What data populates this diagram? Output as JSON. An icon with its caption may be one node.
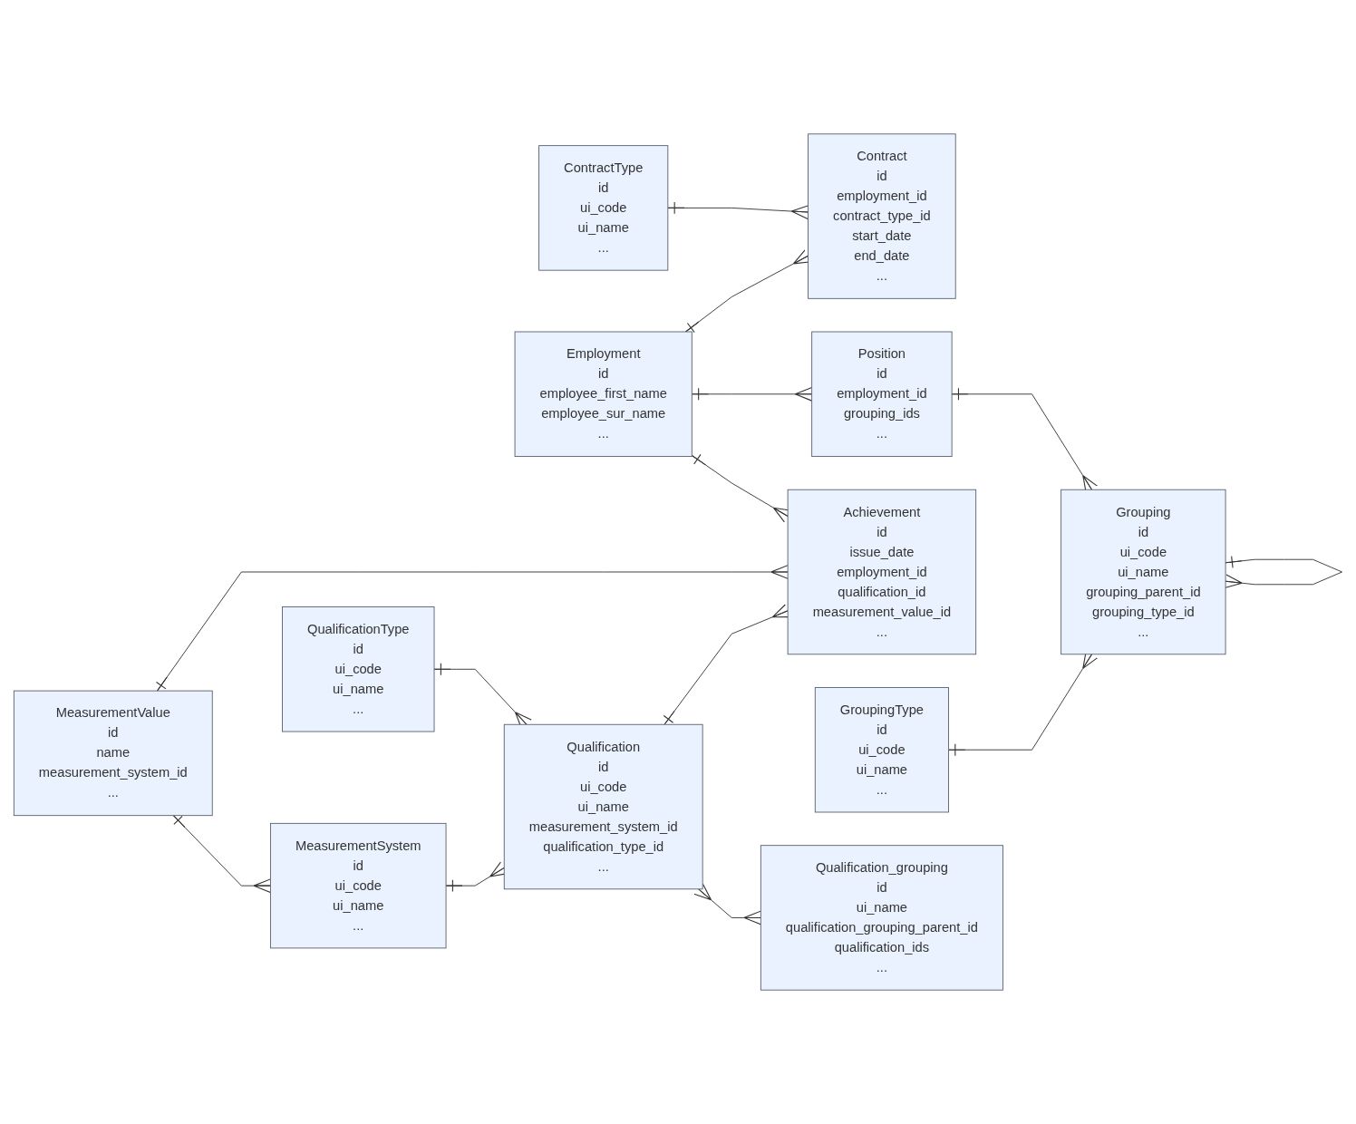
{
  "diagram": {
    "nodes": [
      {
        "text": [
          "ContractType",
          "id",
          "ui_code",
          "ui_name",
          "..."
        ]
      },
      {
        "text": [
          "Contract",
          "id",
          "employment_id",
          "contract_type_id",
          "start_date",
          "end_date",
          "..."
        ]
      },
      {
        "text": [
          "Position",
          "id",
          "employment_id",
          "grouping_ids",
          "..."
        ]
      },
      {
        "text": [
          "Employment",
          "id",
          "employee_first_name",
          "employee_sur_name",
          "..."
        ]
      },
      {
        "text": [
          "Achievement",
          "id",
          "issue_date",
          "employment_id",
          "qualification_id",
          "measurement_value_id",
          "..."
        ]
      },
      {
        "text": [
          "Grouping",
          "id",
          "ui_code",
          "ui_name",
          "grouping_parent_id",
          "grouping_type_id",
          "..."
        ]
      },
      {
        "text": [
          "Qualification",
          "id",
          "ui_code",
          "ui_name",
          "measurement_system_id",
          "qualification_type_id",
          "..."
        ]
      },
      {
        "text": [
          "MeasurementValue",
          "id",
          "name",
          "measurement_system_id",
          "..."
        ]
      },
      {
        "text": [
          "MeasurementSystem",
          "id",
          "ui_code",
          "ui_name",
          "..."
        ]
      },
      {
        "text": [
          "QualificationType",
          "id",
          "ui_code",
          "ui_name",
          "..."
        ]
      },
      {
        "text": [
          "GroupingType",
          "id",
          "ui_code",
          "ui_name",
          "..."
        ]
      },
      {
        "text": [
          "Qualification_grouping",
          "id",
          "ui_name",
          "qualification_grouping_parent_id",
          "qualification_ids",
          "..."
        ]
      }
    ],
    "edges": [
      {
        "from": 0,
        "to": 1,
        "arrow": "other"
      },
      {
        "from": 3,
        "to": 1,
        "arrow": "other"
      },
      {
        "from": 3,
        "to": 2,
        "arrow": "other"
      },
      {
        "from": 3,
        "to": 4,
        "arrow": "other"
      },
      {
        "from": 6,
        "to": 4,
        "arrow": "other"
      },
      {
        "from": 7,
        "to": 4,
        "arrow": "other"
      },
      {
        "from": 7,
        "to": 8,
        "arrow": "other"
      },
      {
        "from": 8,
        "to": 6,
        "arrow": "other"
      },
      {
        "from": 9,
        "to": 6,
        "arrow": "other"
      },
      {
        "from": 6,
        "to": 11,
        "arrow": "other"
      },
      {
        "from": 2,
        "to": 5,
        "arrow": "other"
      },
      {
        "from": 5,
        "to": 5,
        "arrow": "other"
      },
      {
        "from": 10,
        "to": 5,
        "arrow": "other"
      }
    ]
  }
}
